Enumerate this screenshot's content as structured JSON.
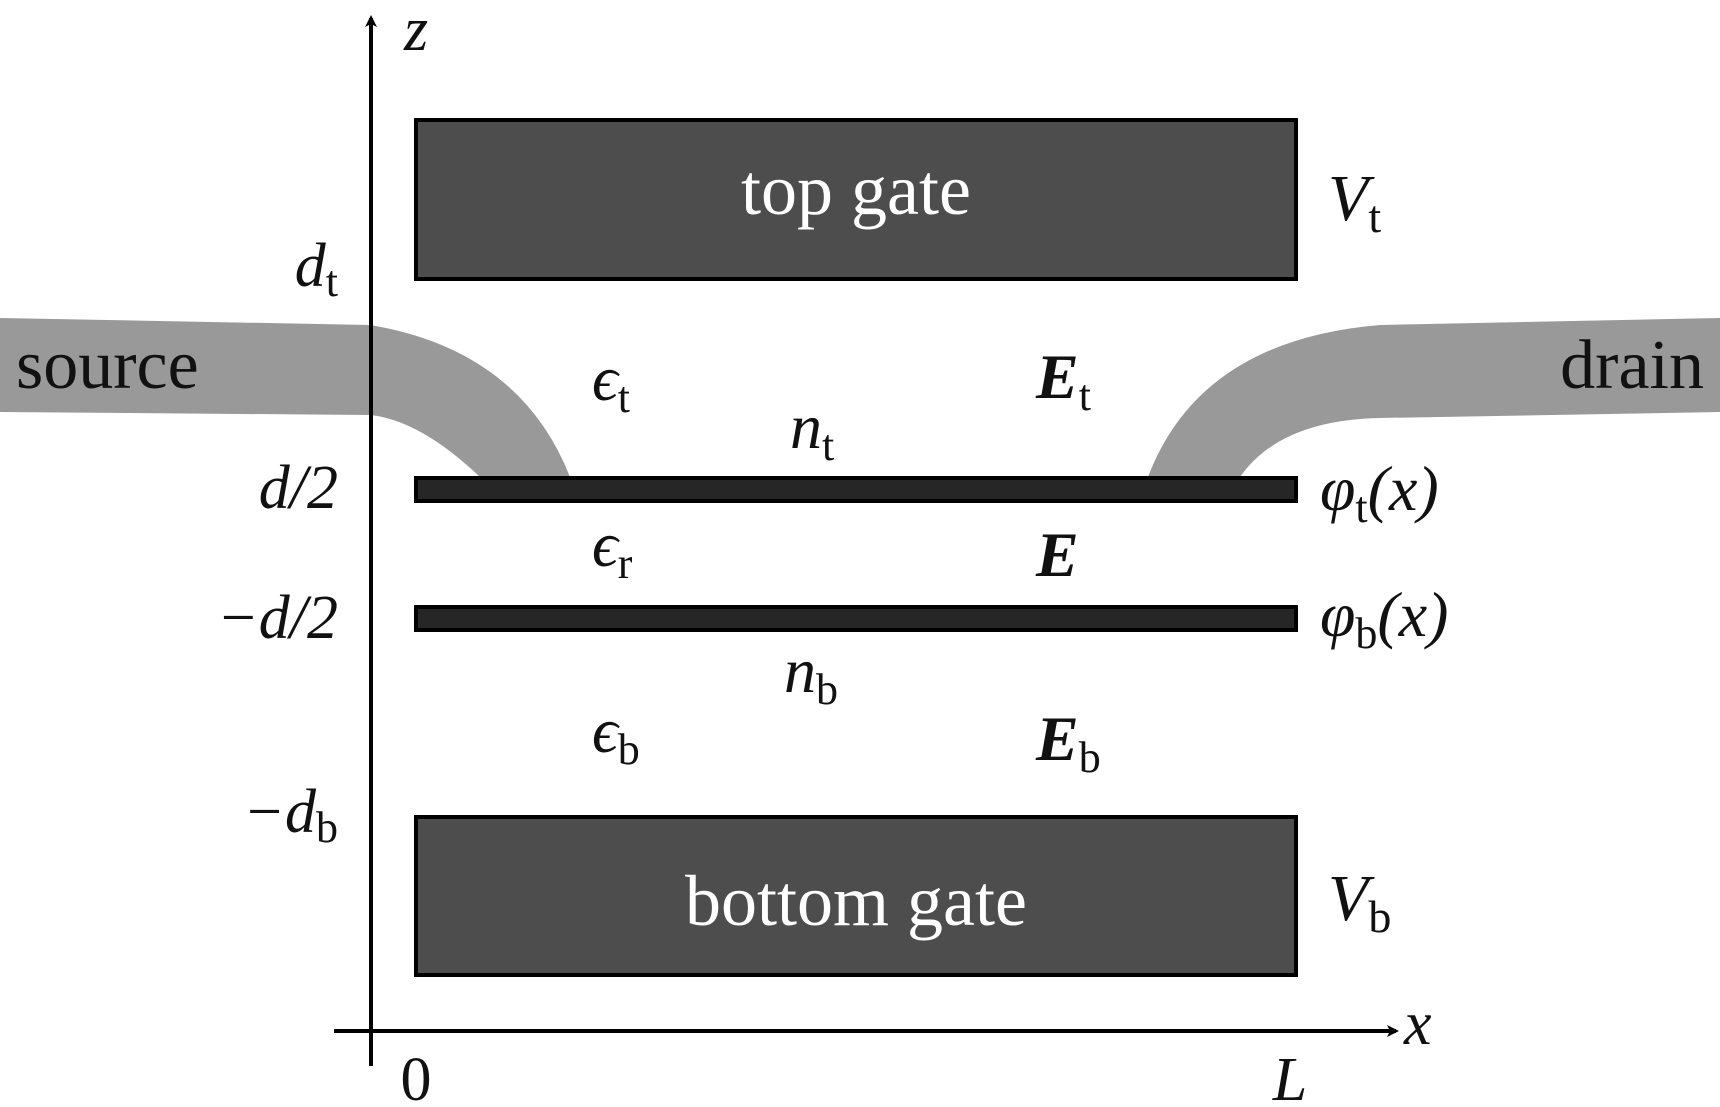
{
  "axes": {
    "z_label": "z",
    "x_label": "x",
    "ticks_z": {
      "d_top": {
        "main": "d",
        "sub": "t"
      },
      "half_d": "d/2",
      "neg_half_d": "−d/2",
      "d_bottom": {
        "main": "−d",
        "sub": "b"
      }
    },
    "ticks_x": {
      "zero": "0",
      "length": "L"
    }
  },
  "gates": {
    "top": {
      "label": "top gate",
      "voltage": {
        "main": "V",
        "sub": "t"
      }
    },
    "bottom": {
      "label": "bottom gate",
      "voltage": {
        "main": "V",
        "sub": "b"
      }
    }
  },
  "contacts": {
    "source": "source",
    "drain": "drain"
  },
  "layers": {
    "top": {
      "potential": {
        "main": "φ",
        "sub": "t",
        "arg": "(x)"
      },
      "density": {
        "main": "n",
        "sub": "t"
      }
    },
    "bottom": {
      "potential": {
        "main": "φ",
        "sub": "b",
        "arg": "(x)"
      },
      "density": {
        "main": "n",
        "sub": "b"
      }
    }
  },
  "dielectrics": {
    "top": {
      "main": "ϵ",
      "sub": "t"
    },
    "middle": {
      "main": "ϵ",
      "sub": "r"
    },
    "bottom": {
      "main": "ϵ",
      "sub": "b"
    }
  },
  "fields": {
    "top": {
      "main": "E",
      "sub": "t"
    },
    "middle": {
      "main": "E",
      "sub": ""
    },
    "bottom": {
      "main": "E",
      "sub": "b"
    }
  },
  "colors": {
    "gate_fill": "#4d4d4d",
    "layer_fill": "#262626",
    "contact_fill": "#999999",
    "line": "#000000"
  }
}
